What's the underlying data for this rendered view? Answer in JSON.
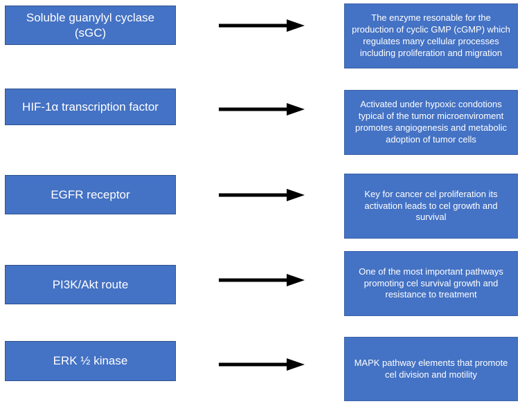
{
  "diagram": {
    "title": "",
    "colors": {
      "box_fill": "#4472C4",
      "box_border": "#2F528F",
      "arrow": "#000000",
      "text": "#FFFFFF",
      "background": "#FFFFFF"
    },
    "rows": [
      {
        "term": "Soluble guanylyl cyclase (sGC)",
        "description": "The enzyme resonable for the production of cyclic GMP (cGMP) which regulates many cellular processes including proliferation and migration"
      },
      {
        "term": "HIF-1α transcription factor",
        "description": "Activated under hypoxic condotions typical of the tumor microenviroment promotes angiogenesis and metabolic adoption of tumor cells"
      },
      {
        "term": "EGFR receptor",
        "description": "Key for cancer cel proliferation its activation leads to cel growth and survival"
      },
      {
        "term": "PI3K/Akt route",
        "description": "One of the most important pathways promoting cel survival growth and resistance to treatment"
      },
      {
        "term": "ERK ½ kinase",
        "description": "MAPK pathway elements that promote cel division and motility"
      }
    ]
  }
}
